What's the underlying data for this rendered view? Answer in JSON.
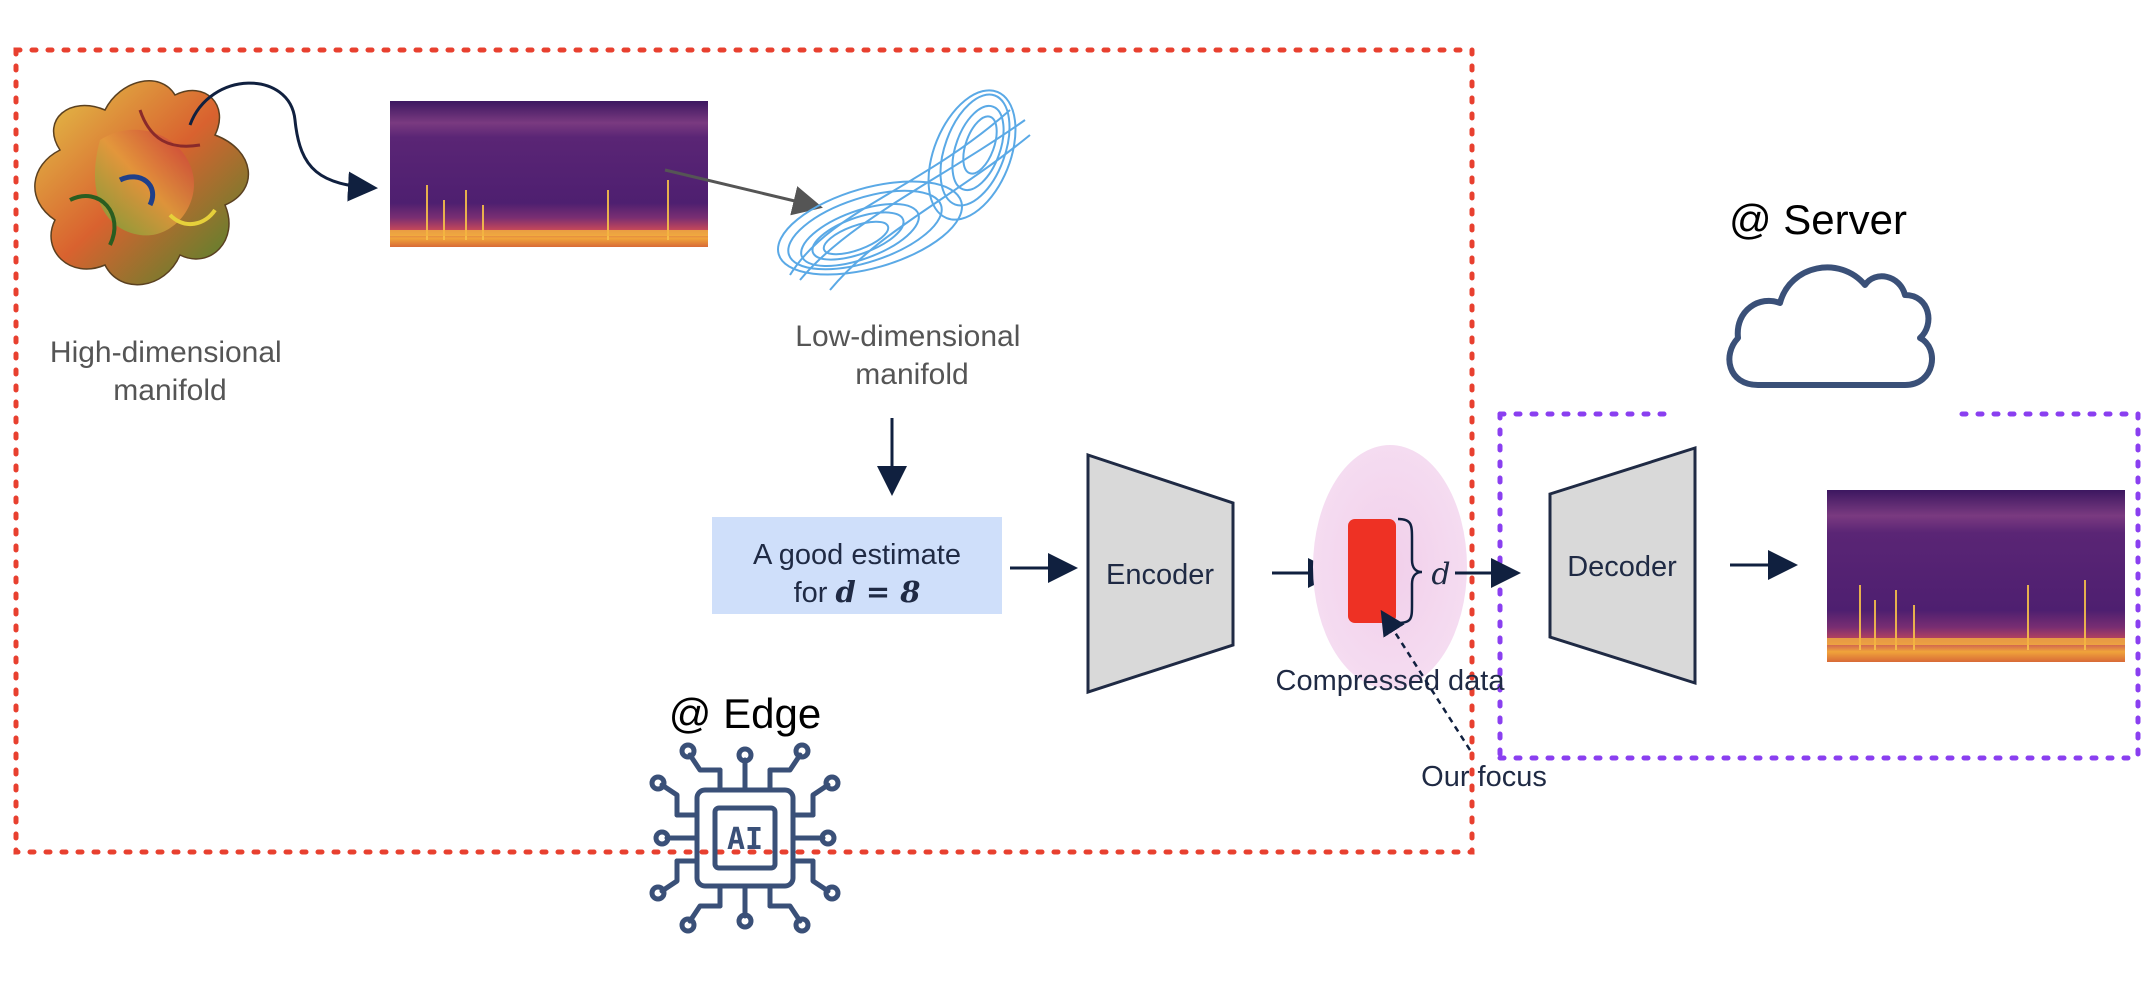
{
  "labels": {
    "high_manifold": [
      "High-dimensional",
      "manifold"
    ],
    "low_manifold": [
      "Low-dimensional",
      "manifold"
    ],
    "estimate_line1": "A good estimate",
    "estimate_for": "for ",
    "estimate_math": "d = 8",
    "encoder": "Encoder",
    "decoder": "Decoder",
    "compressed": "Compressed data",
    "d_symbol": "d",
    "our_focus": "Our focus",
    "edge": "@ Edge",
    "server": "@ Server",
    "ai_chip": "AI"
  },
  "colors": {
    "edge_border": "#e8402f",
    "server_border": "#8a3ff0",
    "arrow": "#10203f",
    "estimate_box": "#cfdffa",
    "block_fill": "#d9d9d9",
    "block_stroke": "#1f2a44",
    "latent": "#ee3124",
    "focus_glow": "#f3d6ee",
    "cloud": "#3a5078",
    "attractor": "#5aa9e6",
    "spectrogram": "#4a1d6e"
  },
  "icons": [
    "manifold-surface-image",
    "spectrogram-image",
    "lorenz-attractor-image",
    "cloud-icon",
    "ai-chip-icon"
  ]
}
